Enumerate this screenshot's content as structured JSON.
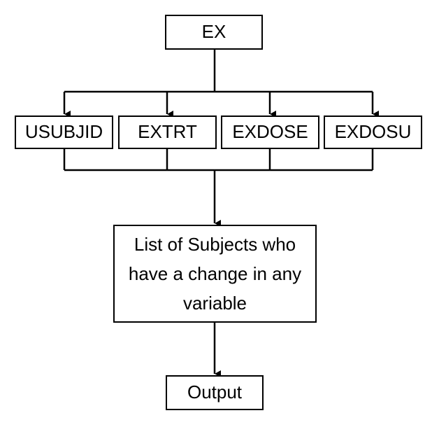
{
  "nodes": {
    "ex": "EX",
    "usubjid": "USUBJID",
    "extrt": "EXTRT",
    "exdose": "EXDOSE",
    "exdosu": "EXDOSU",
    "list": "List of Subjects who have a change in any variable",
    "output": "Output"
  },
  "edges": [
    {
      "from": "ex",
      "to": "usubjid"
    },
    {
      "from": "ex",
      "to": "extrt"
    },
    {
      "from": "ex",
      "to": "exdose"
    },
    {
      "from": "ex",
      "to": "exdosu"
    },
    {
      "from": "usubjid",
      "to": "list"
    },
    {
      "from": "extrt",
      "to": "list"
    },
    {
      "from": "exdose",
      "to": "list"
    },
    {
      "from": "exdosu",
      "to": "list"
    },
    {
      "from": "list",
      "to": "output"
    }
  ],
  "colors": {
    "line": "#000000",
    "box_border": "#000000",
    "background": "#ffffff"
  }
}
